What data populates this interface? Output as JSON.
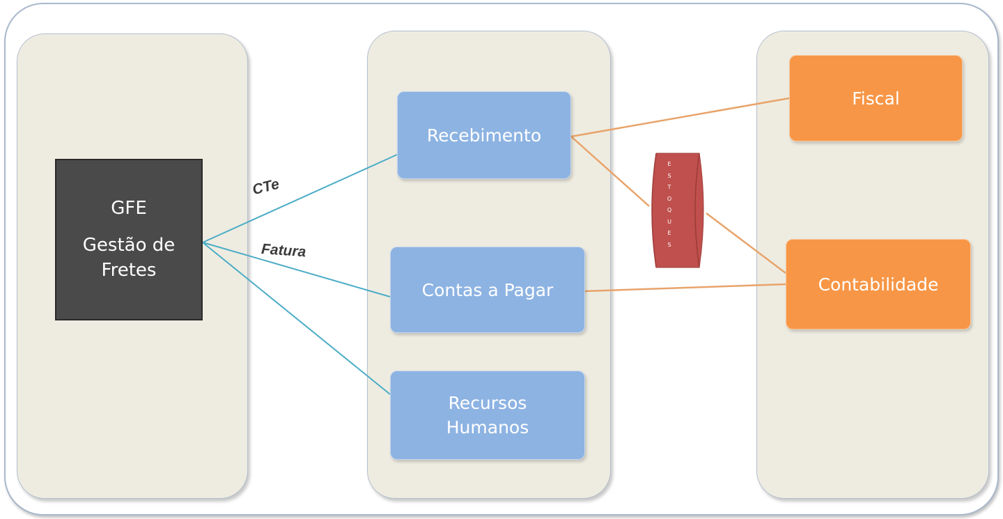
{
  "diagram": {
    "gfe": {
      "title": "GFE",
      "subtitle": "Gestão de\nFretes"
    },
    "middle_boxes": {
      "recebimento": "Recebimento",
      "contas_a_pagar": "Contas a Pagar",
      "recursos_humanos": "Recursos\nHumanos"
    },
    "right_boxes": {
      "fiscal": "Fiscal",
      "contabilidade": "Contabilidade"
    },
    "edge_labels": {
      "cte": "CTe",
      "fatura": "Fatura"
    },
    "estoques": [
      "E",
      "S",
      "T",
      "O",
      "Q",
      "U",
      "E",
      "S"
    ],
    "colors": {
      "panel": "#eeece1",
      "blue_box": "#8db3e2",
      "orange_box": "#f79646",
      "dark_box": "#4a4a4a",
      "teal_line": "#4bacc6",
      "orange_line": "#e8a36a",
      "cylinder": "#c0504d"
    }
  }
}
